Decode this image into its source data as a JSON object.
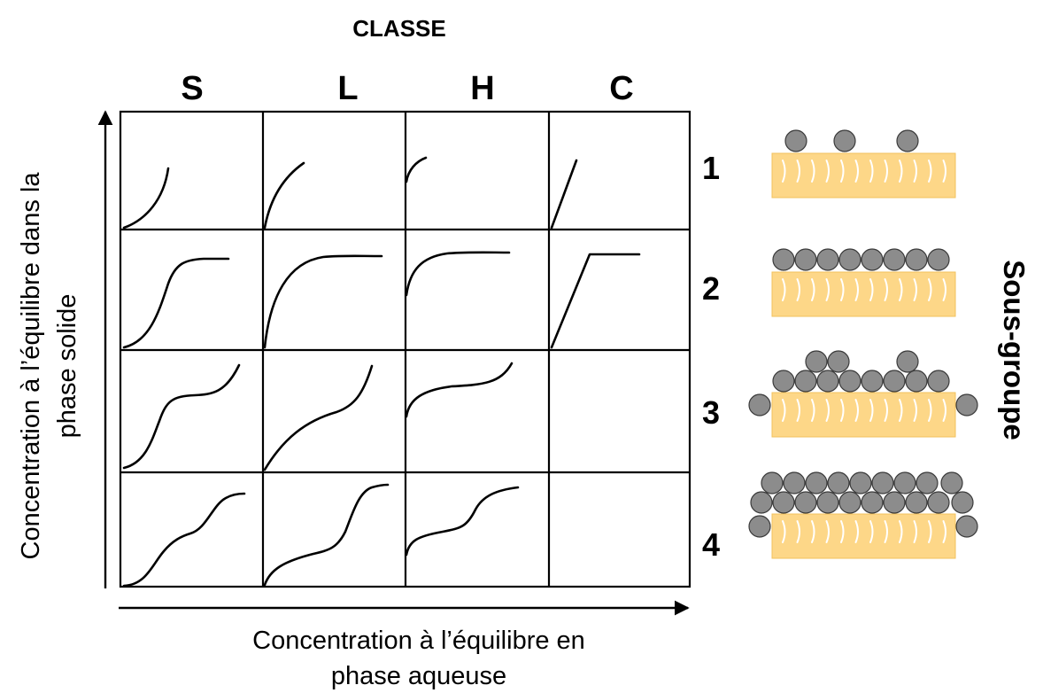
{
  "header": {
    "classe": "CLASSE"
  },
  "classes": [
    "S",
    "L",
    "H",
    "C"
  ],
  "subgroups": [
    "1",
    "2",
    "3",
    "4"
  ],
  "labels": {
    "y_axis": [
      "Concentration à l’équilibre dans la",
      "phase solide"
    ],
    "x_axis": [
      "Concentration à l’équilibre en",
      "phase aqueuse"
    ],
    "sous_groupe": "Sous-groupe"
  },
  "colors": {
    "substrate": "#fdd788",
    "substrate_edge": "#f2c25c",
    "particle": "#8c8c8c",
    "particle_edge": "#3a3a3a",
    "line": "#000000"
  }
}
